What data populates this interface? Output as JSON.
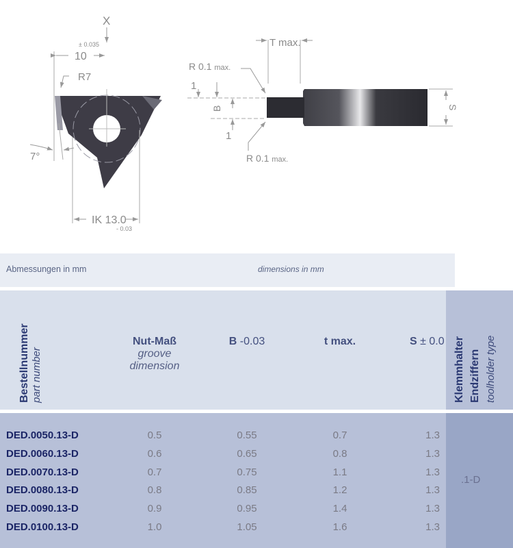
{
  "drawing": {
    "x_label": "X",
    "tol_10": "± 0.035",
    "dim_10": "10",
    "r7": "R7",
    "angle": "7°",
    "ik": "IK 13.0",
    "ik_tol": "- 0.03",
    "t_max": "T max.",
    "r01_top": "R 0.1",
    "r01_bottom": "R 0.1",
    "max": "max.",
    "one_top": "1",
    "one_bottom": "1",
    "b": "B",
    "s": "S"
  },
  "dimensions": {
    "de": "Abmessungen in mm",
    "en": "dimensions in mm"
  },
  "header": {
    "part_de": "Bestellnummer",
    "part_en": "part number",
    "nut_de": "Nut-Maß",
    "nut_en1": "groove",
    "nut_en2": "dimension",
    "b_bold": "B",
    "b_tol": "-0.03",
    "t": "t max.",
    "s_bold": "S",
    "s_tol": "± 0.0",
    "holder_de1": "Klemmhalter",
    "holder_de2": "Endziffern",
    "holder_en": "toolholder type"
  },
  "rows": [
    {
      "part": "DED.0050.13-D",
      "nut": "0.5",
      "b": "0.55",
      "t": "0.7",
      "s": "1.3"
    },
    {
      "part": "DED.0060.13-D",
      "nut": "0.6",
      "b": "0.65",
      "t": "0.8",
      "s": "1.3"
    },
    {
      "part": "DED.0070.13-D",
      "nut": "0.7",
      "b": "0.75",
      "t": "1.1",
      "s": "1.3"
    },
    {
      "part": "DED.0080.13-D",
      "nut": "0.8",
      "b": "0.85",
      "t": "1.2",
      "s": "1.3"
    },
    {
      "part": "DED.0090.13-D",
      "nut": "0.9",
      "b": "0.95",
      "t": "1.4",
      "s": "1.3"
    },
    {
      "part": "DED.0100.13-D",
      "nut": "1.0",
      "b": "1.05",
      "t": "1.6",
      "s": "1.3"
    }
  ],
  "holder_value": ".1-D"
}
